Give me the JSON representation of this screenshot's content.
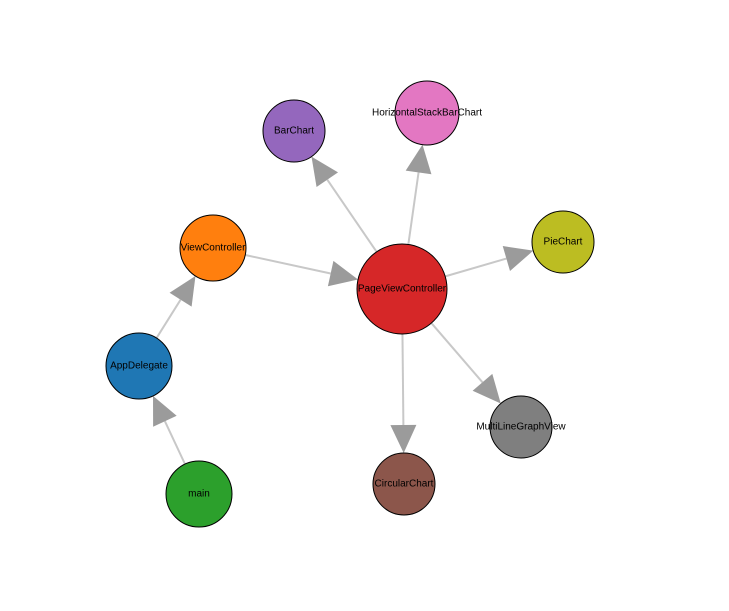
{
  "graph": {
    "nodes": [
      {
        "id": "main",
        "label": "main",
        "color": "#2ca02c"
      },
      {
        "id": "AppDelegate",
        "label": "AppDelegate",
        "color": "#1f77b4"
      },
      {
        "id": "ViewController",
        "label": "ViewController",
        "color": "#ff7f0e"
      },
      {
        "id": "PageViewController",
        "label": "PageViewController",
        "color": "#d62728"
      },
      {
        "id": "BarChart",
        "label": "BarChart",
        "color": "#9467bd"
      },
      {
        "id": "HorizontalStackBarChart",
        "label": "HorizontalStackBarChart",
        "color": "#e377c2"
      },
      {
        "id": "PieChart",
        "label": "PieChart",
        "color": "#bcbd22"
      },
      {
        "id": "MultiLineGraphView",
        "label": "MultiLineGraphView",
        "color": "#7f7f7f"
      },
      {
        "id": "CircularChart",
        "label": "CircularChart",
        "color": "#8c564b"
      }
    ],
    "edges": [
      {
        "source": "main",
        "target": "AppDelegate"
      },
      {
        "source": "AppDelegate",
        "target": "ViewController"
      },
      {
        "source": "ViewController",
        "target": "PageViewController"
      },
      {
        "source": "PageViewController",
        "target": "BarChart"
      },
      {
        "source": "PageViewController",
        "target": "HorizontalStackBarChart"
      },
      {
        "source": "PageViewController",
        "target": "PieChart"
      },
      {
        "source": "PageViewController",
        "target": "MultiLineGraphView"
      },
      {
        "source": "PageViewController",
        "target": "CircularChart"
      }
    ]
  }
}
